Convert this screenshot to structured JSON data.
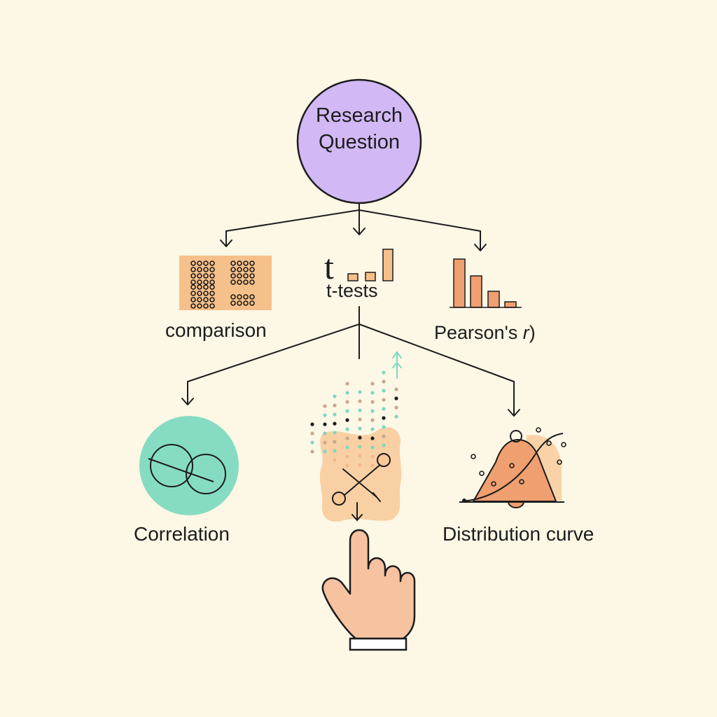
{
  "root": {
    "line1": "Research",
    "line2": "Question"
  },
  "labels": {
    "comparison": "comparison",
    "ttests": "t-tests",
    "ttests_glyph": "t",
    "pearson_prefix": "Pearson's ",
    "pearson_r": "r",
    "pearson_suffix": ")",
    "correlation": "Correlation",
    "distribution": "Distribution curve"
  },
  "colors": {
    "background": "#fdf7e6",
    "root_fill": "#d2b8f5",
    "stroke": "#1c1c1c",
    "orange": "#f0a070",
    "peach": "#f8c997",
    "teal": "#86dcc2",
    "mint": "#7dd9c0",
    "skin": "#f7c2a0"
  },
  "icons": [
    "dot-grid-icon",
    "mini-bar-chart-icon",
    "descending-bar-chart-icon",
    "overlapping-circles-icon",
    "scatter-dots-icon",
    "bell-curve-icon",
    "pointing-hand-icon"
  ]
}
